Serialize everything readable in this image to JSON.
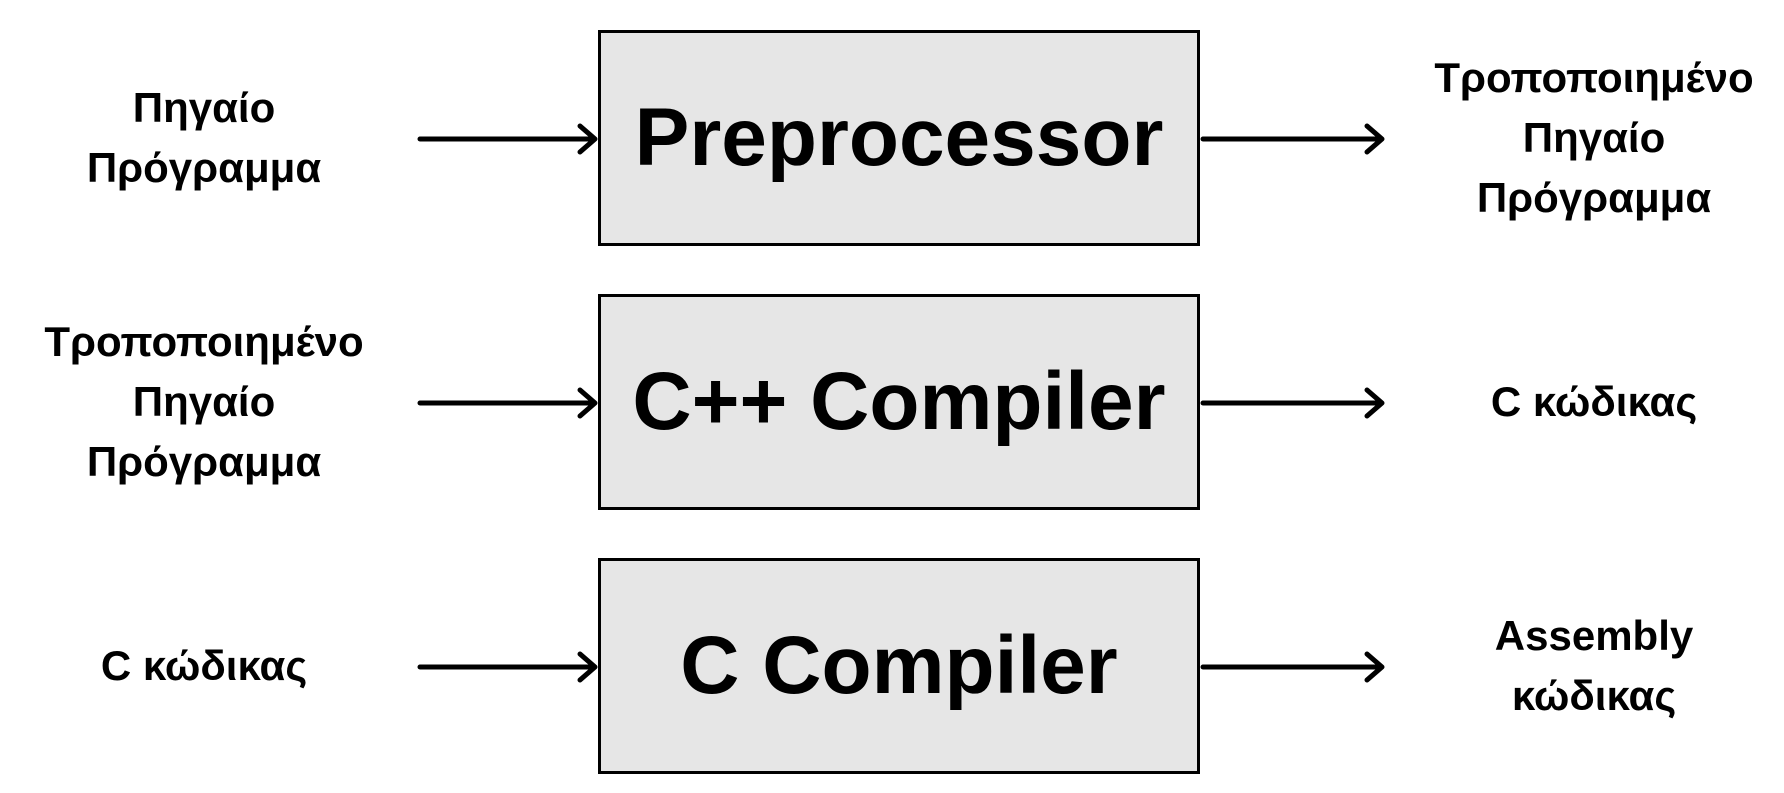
{
  "stages": [
    {
      "input": "Πηγαίο\nΠρόγραμμα",
      "process": "Preprocessor",
      "output": "Τροποποιημένο\nΠηγαίο\nΠρόγραμμα"
    },
    {
      "input": "Τροποποιημένο\nΠηγαίο\nΠρόγραμμα",
      "process": "C++ Compiler",
      "output": "C κώδικας"
    },
    {
      "input": "C κώδικας",
      "process": "C Compiler",
      "output": "Assembly\nκώδικας"
    }
  ],
  "colors": {
    "box_fill": "#e6e6e6",
    "line": "#000000",
    "background": "#ffffff"
  }
}
